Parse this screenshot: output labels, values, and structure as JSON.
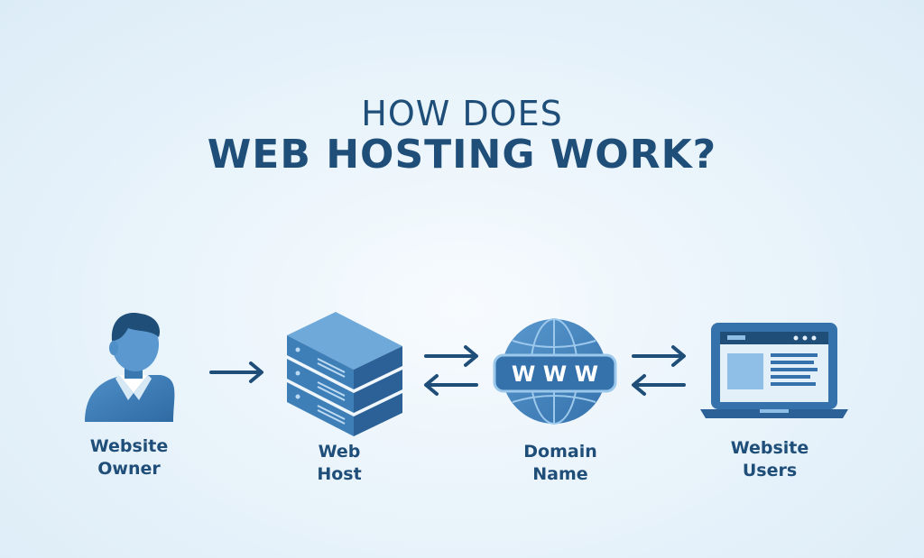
{
  "title": {
    "line1": "HOW DOES",
    "line2": "WEB HOSTING WORK?"
  },
  "nodes": [
    {
      "id": "website-owner",
      "line1": "Website",
      "line2": "Owner",
      "icon": "person-icon"
    },
    {
      "id": "web-host",
      "line1": "Web",
      "line2": "Host",
      "icon": "server-icon"
    },
    {
      "id": "domain-name",
      "line1": "Domain",
      "line2": "Name",
      "icon": "globe-icon",
      "badge": "W W W"
    },
    {
      "id": "website-users",
      "line1": "Website",
      "line2": "Users",
      "icon": "laptop-icon"
    }
  ],
  "connections": [
    {
      "from": "website-owner",
      "to": "web-host",
      "direction": "one-way"
    },
    {
      "from": "web-host",
      "to": "domain-name",
      "direction": "two-way"
    },
    {
      "from": "domain-name",
      "to": "website-users",
      "direction": "two-way"
    }
  ],
  "colors": {
    "primary": "#1f4e79",
    "icon_fill": "#3f7fb8",
    "icon_light": "#8fbfe6",
    "background": "#eaf4fb"
  }
}
